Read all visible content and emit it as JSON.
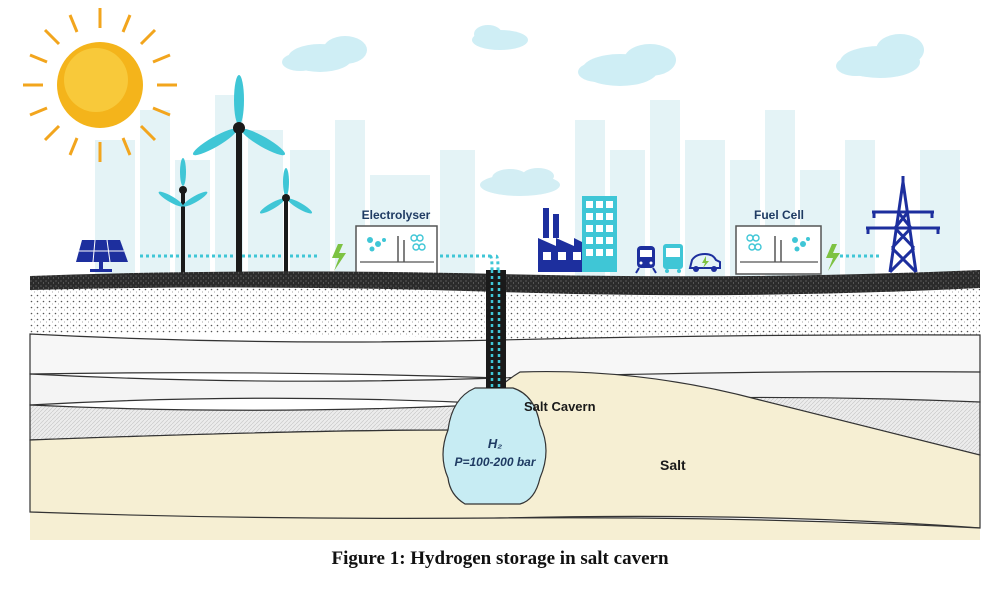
{
  "labels": {
    "electrolyser": "Electrolyser",
    "fuel_cell": "Fuel Cell",
    "salt_cavern": "Salt Cavern",
    "h2": "H₂",
    "pressure": "P=100-200 bar",
    "salt": "Salt"
  },
  "caption": "Figure 1: Hydrogen storage in salt cavern",
  "icons": [
    "sun-icon",
    "solar-panel-icon",
    "wind-turbine-icon",
    "lightning-icon",
    "electrolyser-icon",
    "factory-icon",
    "building-icon",
    "train-icon",
    "bus-icon",
    "electric-car-icon",
    "fuel-cell-icon",
    "power-tower-icon",
    "cloud-icon",
    "well-pipe-icon",
    "salt-cavern-icon"
  ],
  "colors": {
    "accent": "#3fc6d6",
    "navy": "#1d2f9e",
    "ground": "#2a2a2a",
    "salt": "#f6efd3",
    "cavern": "#c7ecf3",
    "skyline": "#e3f3f6"
  }
}
